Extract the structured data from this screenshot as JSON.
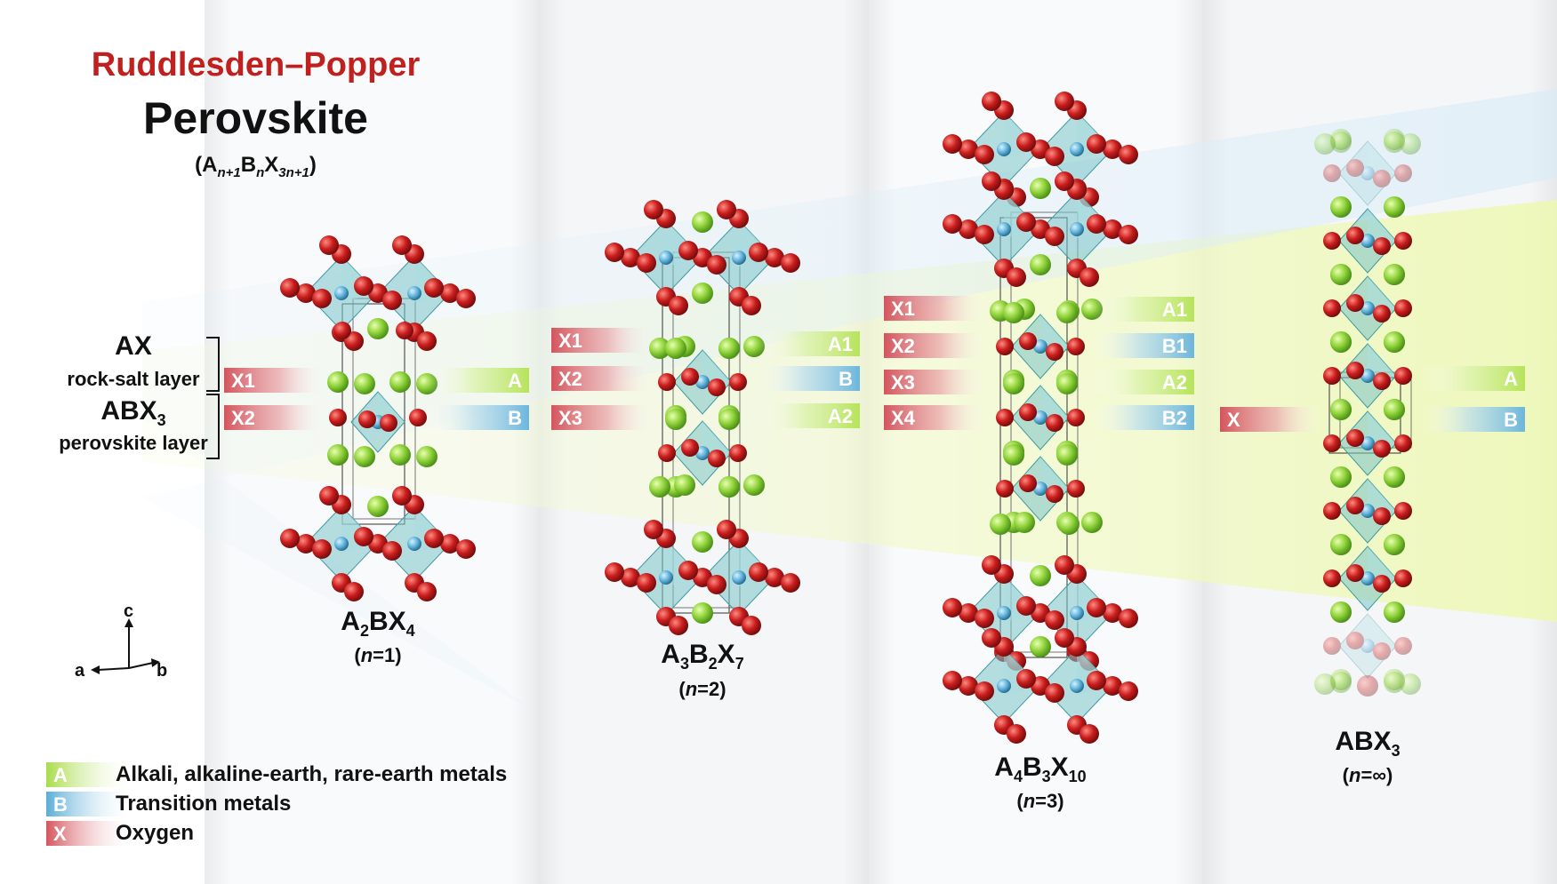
{
  "header": {
    "title_red": "Ruddlesden–Popper",
    "title_black": "Perovskite",
    "formula": {
      "open": "(A",
      "s1": "n+1",
      "b": "B",
      "s2": "n",
      "x": "X",
      "s3": "3n+1",
      "close": ")"
    }
  },
  "layers": {
    "ax_title": "AX",
    "ax_sub": "rock-salt layer",
    "abx3_title": "ABX",
    "abx3_sub_index": "3",
    "abx3_sub": "perovskite layer"
  },
  "structures": [
    {
      "formula_parts": [
        [
          "A",
          "2"
        ],
        [
          "B",
          ""
        ],
        [
          "X",
          "4"
        ]
      ],
      "n_label": "n",
      "n_value": "=1",
      "tags_left": [
        "X1",
        "X2"
      ],
      "tags_right": [
        [
          "A",
          "A"
        ],
        [
          "B",
          "B"
        ]
      ]
    },
    {
      "formula_parts": [
        [
          "A",
          "3"
        ],
        [
          "B",
          "2"
        ],
        [
          "X",
          "7"
        ]
      ],
      "n_label": "n",
      "n_value": "=2",
      "tags_left": [
        "X1",
        "X2",
        "X3"
      ],
      "tags_right": [
        [
          "A",
          "A1"
        ],
        [
          "B",
          "B"
        ],
        [
          "A",
          "A2"
        ]
      ]
    },
    {
      "formula_parts": [
        [
          "A",
          "4"
        ],
        [
          "B",
          "3"
        ],
        [
          "X",
          "10"
        ]
      ],
      "n_label": "n",
      "n_value": "=3",
      "tags_left": [
        "X1",
        "X2",
        "X3",
        "X4"
      ],
      "tags_right": [
        [
          "A",
          "A1"
        ],
        [
          "B",
          "B1"
        ],
        [
          "A",
          "A2"
        ],
        [
          "B",
          "B2"
        ]
      ]
    },
    {
      "formula_parts": [
        [
          "ABX",
          "3"
        ]
      ],
      "n_label": "n",
      "n_value": "=∞",
      "tags_left": [
        "X"
      ],
      "tags_right": [
        [
          "A",
          "A"
        ],
        [
          "B",
          "B"
        ]
      ]
    }
  ],
  "axes": {
    "c": "c",
    "a": "a",
    "b": "b"
  },
  "legend": [
    {
      "key": "A",
      "label": "Alkali, alkaline-earth, rare-earth metals",
      "color": "#a9dc4a"
    },
    {
      "key": "B",
      "label": "Transition metals",
      "color": "#5aaed6"
    },
    {
      "key": "X",
      "label": "Oxygen",
      "color": "#d4555e"
    }
  ],
  "colors": {
    "A": "#8fd23a",
    "B": "#5bb0d8",
    "X": "#c91d1d",
    "octahedron": "#7cc4c8",
    "title_red": "#c0201e"
  }
}
